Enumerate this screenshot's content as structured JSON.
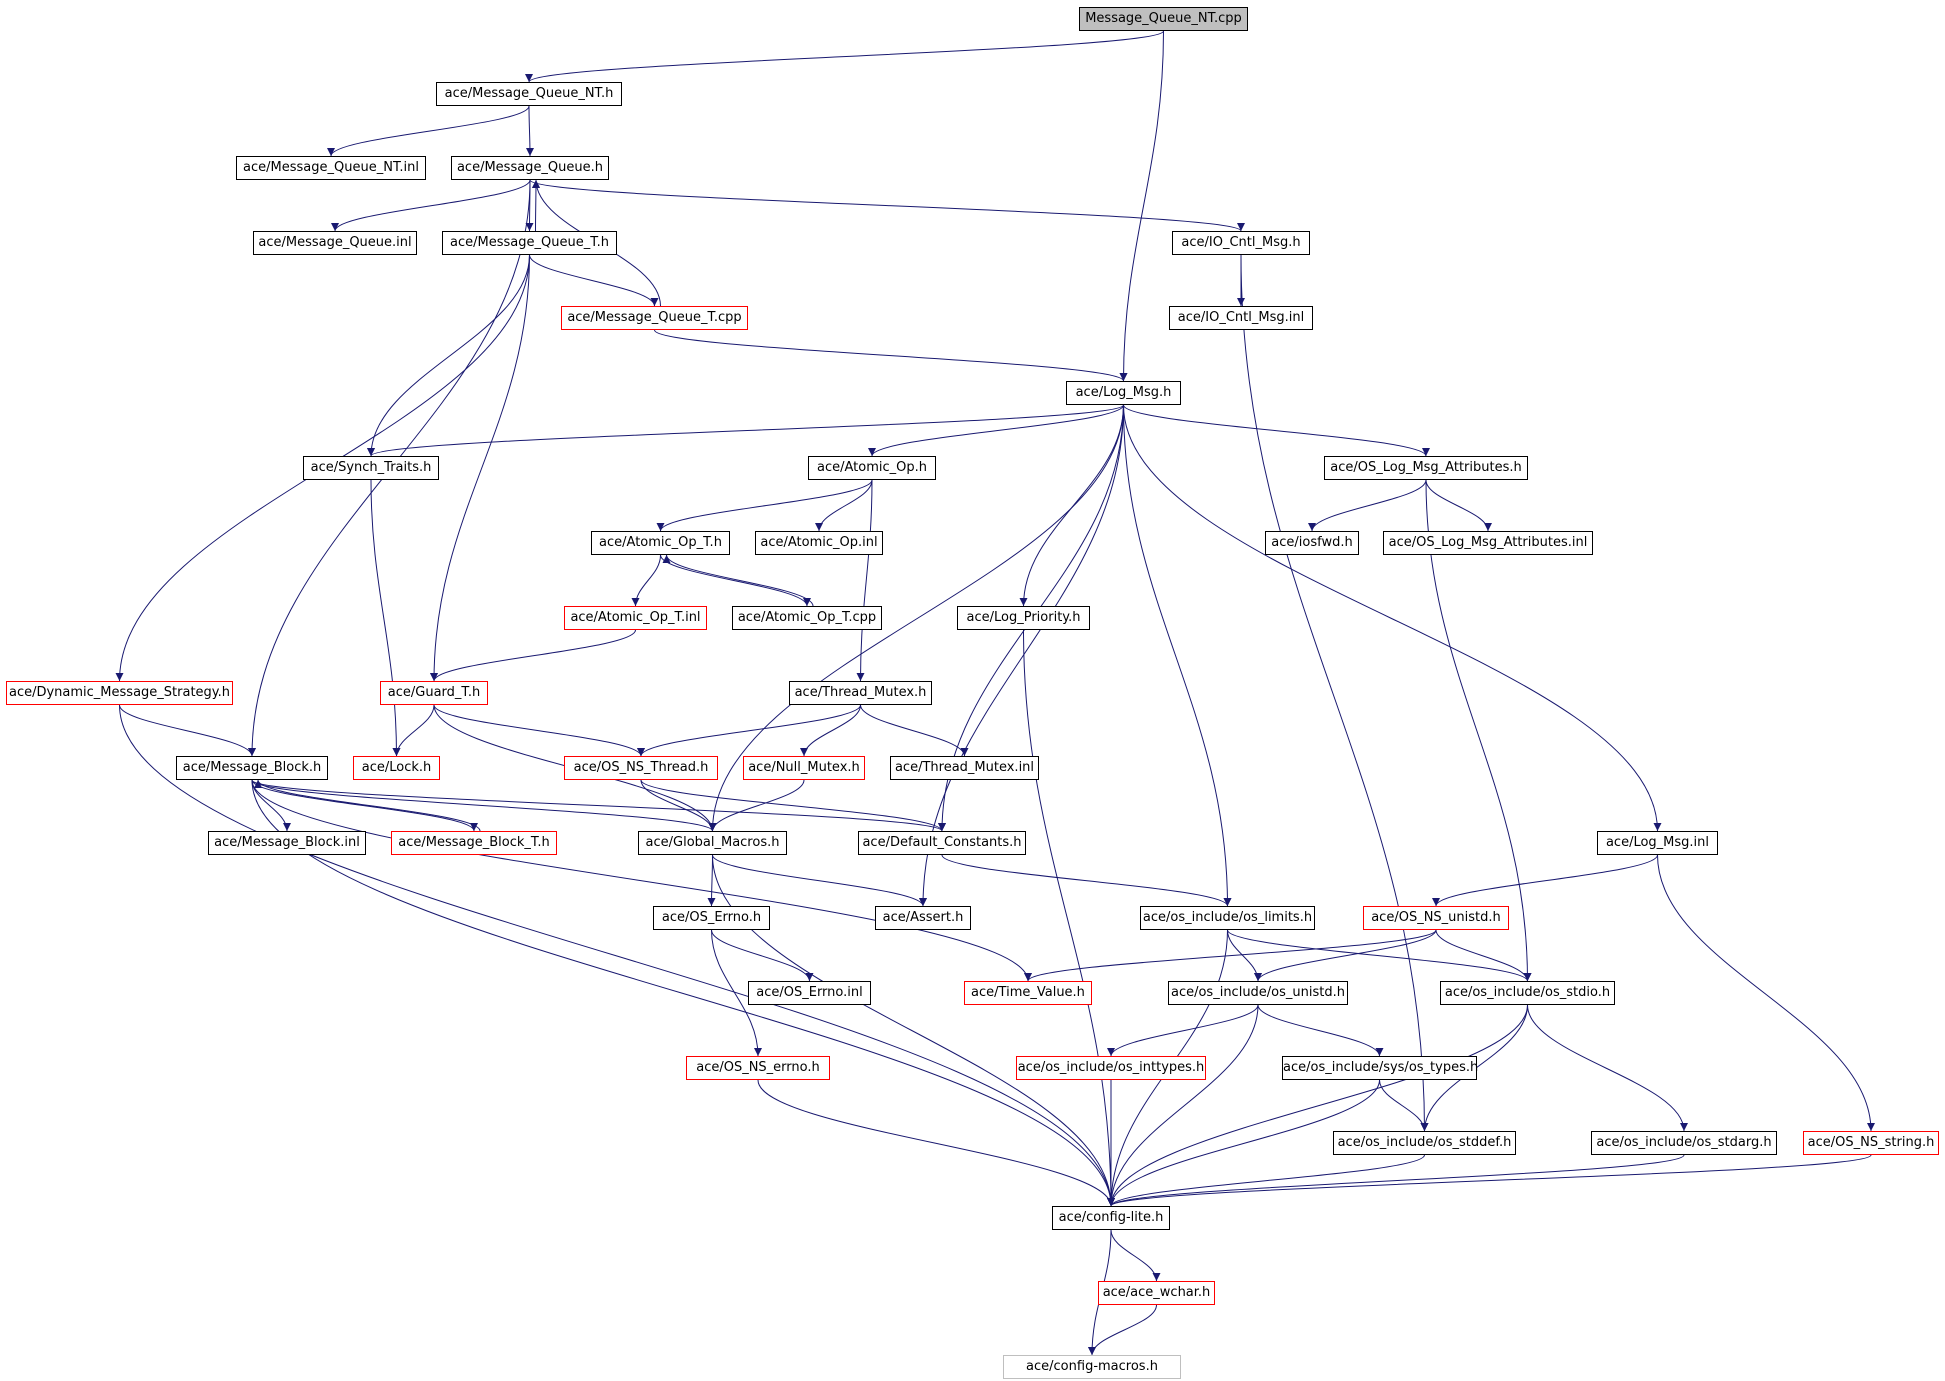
{
  "colors": {
    "edge": "#191970",
    "normal": "#000000",
    "missing": "#ff0000",
    "external": "#bfbfbf",
    "root_fill": "#bfbfbf"
  },
  "nodes": {
    "root": "Message_Queue_NT.cpp",
    "mq_nt_h": "ace/Message_Queue_NT.h",
    "mq_nt_inl": "ace/Message_Queue_NT.inl",
    "mq_h": "ace/Message_Queue.h",
    "mq_inl": "ace/Message_Queue.inl",
    "mq_t_h": "ace/Message_Queue_T.h",
    "io_cntl_h": "ace/IO_Cntl_Msg.h",
    "io_cntl_inl": "ace/IO_Cntl_Msg.inl",
    "mq_t_cpp": "ace/Message_Queue_T.cpp",
    "log_msg_h": "ace/Log_Msg.h",
    "synch_traits": "ace/Synch_Traits.h",
    "atomic_op_h": "ace/Atomic_Op.h",
    "os_log_attr_h": "ace/OS_Log_Msg_Attributes.h",
    "atomic_op_t_h": "ace/Atomic_Op_T.h",
    "atomic_op_inl": "ace/Atomic_Op.inl",
    "iosfwd": "ace/iosfwd.h",
    "os_log_attr_inl": "ace/OS_Log_Msg_Attributes.inl",
    "atomic_op_t_inl": "ace/Atomic_Op_T.inl",
    "atomic_op_t_cpp": "ace/Atomic_Op_T.cpp",
    "log_priority": "ace/Log_Priority.h",
    "dyn_msg_strat": "ace/Dynamic_Message_Strategy.h",
    "guard_t": "ace/Guard_T.h",
    "thread_mutex_h": "ace/Thread_Mutex.h",
    "msg_block_h": "ace/Message_Block.h",
    "lock_h": "ace/Lock.h",
    "os_ns_thread": "ace/OS_NS_Thread.h",
    "null_mutex": "ace/Null_Mutex.h",
    "thread_mutex_inl": "ace/Thread_Mutex.inl",
    "msg_block_inl": "ace/Message_Block.inl",
    "msg_block_t": "ace/Message_Block_T.h",
    "global_macros": "ace/Global_Macros.h",
    "default_consts": "ace/Default_Constants.h",
    "log_msg_inl": "ace/Log_Msg.inl",
    "os_errno_h": "ace/OS_Errno.h",
    "assert_h": "ace/Assert.h",
    "os_limits": "ace/os_include/os_limits.h",
    "os_ns_unistd": "ace/OS_NS_unistd.h",
    "os_errno_inl": "ace/OS_Errno.inl",
    "time_value": "ace/Time_Value.h",
    "os_unistd": "ace/os_include/os_unistd.h",
    "os_stdio": "ace/os_include/os_stdio.h",
    "os_ns_errno": "ace/OS_NS_errno.h",
    "os_inttypes": "ace/os_include/os_inttypes.h",
    "os_types": "ace/os_include/sys/os_types.h",
    "os_stddef": "ace/os_include/os_stddef.h",
    "os_stdarg": "ace/os_include/os_stdarg.h",
    "os_ns_string": "ace/OS_NS_string.h",
    "config_lite": "ace/config-lite.h",
    "ace_wchar": "ace/ace_wchar.h",
    "config_macros": "ace/config-macros.h"
  },
  "node_kinds": {
    "root": "root",
    "mq_t_cpp": "missing",
    "atomic_op_t_inl": "missing",
    "dyn_msg_strat": "missing",
    "guard_t": "missing",
    "lock_h": "missing",
    "os_ns_thread": "missing",
    "null_mutex": "missing",
    "msg_block_t": "missing",
    "os_ns_unistd": "missing",
    "time_value": "missing",
    "os_ns_errno": "missing",
    "os_inttypes": "missing",
    "os_ns_string": "missing",
    "ace_wchar": "missing",
    "config_macros": "external"
  },
  "edges": [
    [
      "root",
      "mq_nt_h"
    ],
    [
      "root",
      "log_msg_h"
    ],
    [
      "mq_nt_h",
      "mq_nt_inl"
    ],
    [
      "mq_nt_h",
      "mq_h"
    ],
    [
      "mq_h",
      "mq_inl"
    ],
    [
      "mq_h",
      "mq_t_h"
    ],
    [
      "mq_h",
      "io_cntl_h"
    ],
    [
      "mq_h",
      "msg_block_h"
    ],
    [
      "mq_t_h",
      "mq_h"
    ],
    [
      "mq_t_h",
      "mq_t_cpp"
    ],
    [
      "mq_t_h",
      "synch_traits"
    ],
    [
      "mq_t_h",
      "guard_t"
    ],
    [
      "mq_t_h",
      "dyn_msg_strat"
    ],
    [
      "mq_t_cpp",
      "mq_h"
    ],
    [
      "mq_t_cpp",
      "log_msg_h"
    ],
    [
      "io_cntl_h",
      "io_cntl_inl"
    ],
    [
      "io_cntl_h",
      "os_stddef"
    ],
    [
      "log_msg_h",
      "synch_traits"
    ],
    [
      "log_msg_h",
      "atomic_op_h"
    ],
    [
      "log_msg_h",
      "os_log_attr_h"
    ],
    [
      "log_msg_h",
      "log_priority"
    ],
    [
      "log_msg_h",
      "global_macros"
    ],
    [
      "log_msg_h",
      "default_consts"
    ],
    [
      "log_msg_h",
      "assert_h"
    ],
    [
      "log_msg_h",
      "os_limits"
    ],
    [
      "log_msg_h",
      "log_msg_inl"
    ],
    [
      "synch_traits",
      "lock_h"
    ],
    [
      "atomic_op_h",
      "atomic_op_t_h"
    ],
    [
      "atomic_op_h",
      "atomic_op_inl"
    ],
    [
      "atomic_op_h",
      "thread_mutex_h"
    ],
    [
      "atomic_op_t_h",
      "atomic_op_t_inl"
    ],
    [
      "atomic_op_t_h",
      "atomic_op_t_cpp"
    ],
    [
      "atomic_op_t_cpp",
      "atomic_op_t_h"
    ],
    [
      "atomic_op_t_inl",
      "guard_t"
    ],
    [
      "os_log_attr_h",
      "iosfwd"
    ],
    [
      "os_log_attr_h",
      "os_log_attr_inl"
    ],
    [
      "os_log_attr_h",
      "os_stdio"
    ],
    [
      "log_priority",
      "config_lite"
    ],
    [
      "dyn_msg_strat",
      "msg_block_h"
    ],
    [
      "dyn_msg_strat",
      "config_lite"
    ],
    [
      "guard_t",
      "lock_h"
    ],
    [
      "guard_t",
      "os_ns_thread"
    ],
    [
      "guard_t",
      "global_macros"
    ],
    [
      "thread_mutex_h",
      "os_ns_thread"
    ],
    [
      "thread_mutex_h",
      "null_mutex"
    ],
    [
      "thread_mutex_h",
      "thread_mutex_inl"
    ],
    [
      "msg_block_h",
      "msg_block_inl"
    ],
    [
      "msg_block_h",
      "msg_block_t"
    ],
    [
      "msg_block_h",
      "global_macros"
    ],
    [
      "msg_block_h",
      "default_consts"
    ],
    [
      "msg_block_h",
      "time_value"
    ],
    [
      "msg_block_h",
      "config_lite"
    ],
    [
      "msg_block_t",
      "msg_block_h"
    ],
    [
      "os_ns_thread",
      "global_macros"
    ],
    [
      "os_ns_thread",
      "default_consts"
    ],
    [
      "null_mutex",
      "global_macros"
    ],
    [
      "global_macros",
      "os_errno_h"
    ],
    [
      "global_macros",
      "assert_h"
    ],
    [
      "global_macros",
      "config_lite"
    ],
    [
      "default_consts",
      "os_limits"
    ],
    [
      "log_msg_inl",
      "os_ns_unistd"
    ],
    [
      "log_msg_inl",
      "os_ns_string"
    ],
    [
      "os_errno_h",
      "os_errno_inl"
    ],
    [
      "os_errno_h",
      "os_ns_errno"
    ],
    [
      "os_ns_errno",
      "config_lite"
    ],
    [
      "os_limits",
      "os_unistd"
    ],
    [
      "os_limits",
      "os_stdio"
    ],
    [
      "os_limits",
      "config_lite"
    ],
    [
      "os_ns_unistd",
      "time_value"
    ],
    [
      "os_ns_unistd",
      "os_unistd"
    ],
    [
      "os_ns_unistd",
      "os_stdio"
    ],
    [
      "os_unistd",
      "os_inttypes"
    ],
    [
      "os_unistd",
      "os_types"
    ],
    [
      "os_unistd",
      "config_lite"
    ],
    [
      "os_stdio",
      "os_stddef"
    ],
    [
      "os_stdio",
      "os_stdarg"
    ],
    [
      "os_stdio",
      "config_lite"
    ],
    [
      "os_inttypes",
      "config_lite"
    ],
    [
      "os_types",
      "os_stddef"
    ],
    [
      "os_types",
      "config_lite"
    ],
    [
      "os_stddef",
      "config_lite"
    ],
    [
      "os_stdarg",
      "config_lite"
    ],
    [
      "os_ns_string",
      "config_lite"
    ],
    [
      "config_lite",
      "ace_wchar"
    ],
    [
      "config_lite",
      "config_macros"
    ],
    [
      "ace_wchar",
      "config_macros"
    ]
  ]
}
